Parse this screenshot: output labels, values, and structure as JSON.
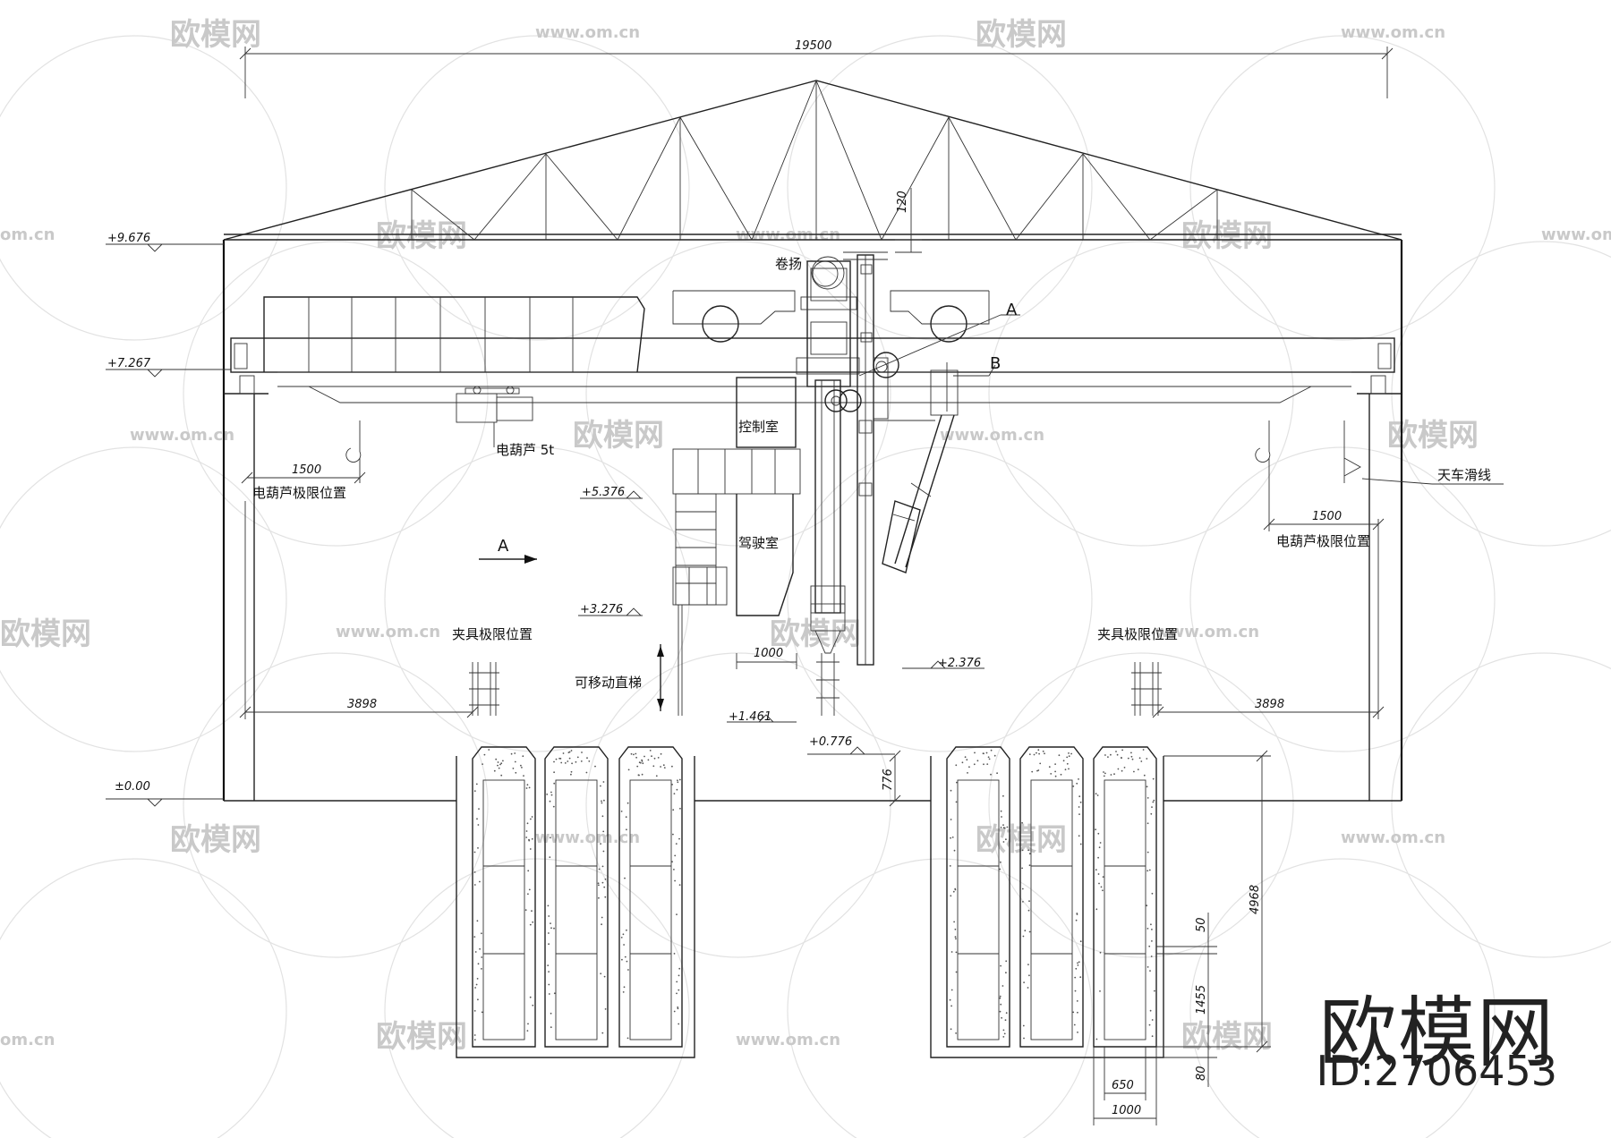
{
  "labels": {
    "span_total": "19500",
    "gap_120": "120",
    "winch": "卷扬",
    "label_a": "A",
    "label_b": "B",
    "hoist": "电葫芦 5t",
    "control_room": "控制室",
    "driver_cab": "驾驶室",
    "view_a": "A",
    "hoist_limit_left": "电葫芦极限位置",
    "hoist_limit_right": "电葫芦极限位置",
    "crane_rail": "天车滑线",
    "clamp_limit_left": "夹具极限位置",
    "clamp_limit_right": "夹具极限位置",
    "movable_ladder": "可移动直梯"
  },
  "elevations": {
    "e9676": "+9.676",
    "e7267": "+7.267",
    "e5376": "+5.376",
    "e3276": "+3.276",
    "e2376": "+2.376",
    "e1461": "+1.461",
    "e0776": "+0.776",
    "e000": "±0.00"
  },
  "dimensions": {
    "d1500_left": "1500",
    "d1500_right": "1500",
    "d3898_left": "3898",
    "d3898_right": "3898",
    "d1000_top": "1000",
    "d776": "776",
    "d4968": "4968",
    "d50": "50",
    "d1455": "1455",
    "d80": "80",
    "d650": "650",
    "d1000_bottom": "1000"
  },
  "watermark": {
    "logo_text": "欧模网",
    "url_text": "www.om.cn",
    "url_short": "om.cn"
  },
  "brand": {
    "name": "欧模网",
    "id": "ID:2706453"
  },
  "colors": {
    "line": "#222222",
    "watermark": "#c9c9c9",
    "background": "#ffffff"
  }
}
